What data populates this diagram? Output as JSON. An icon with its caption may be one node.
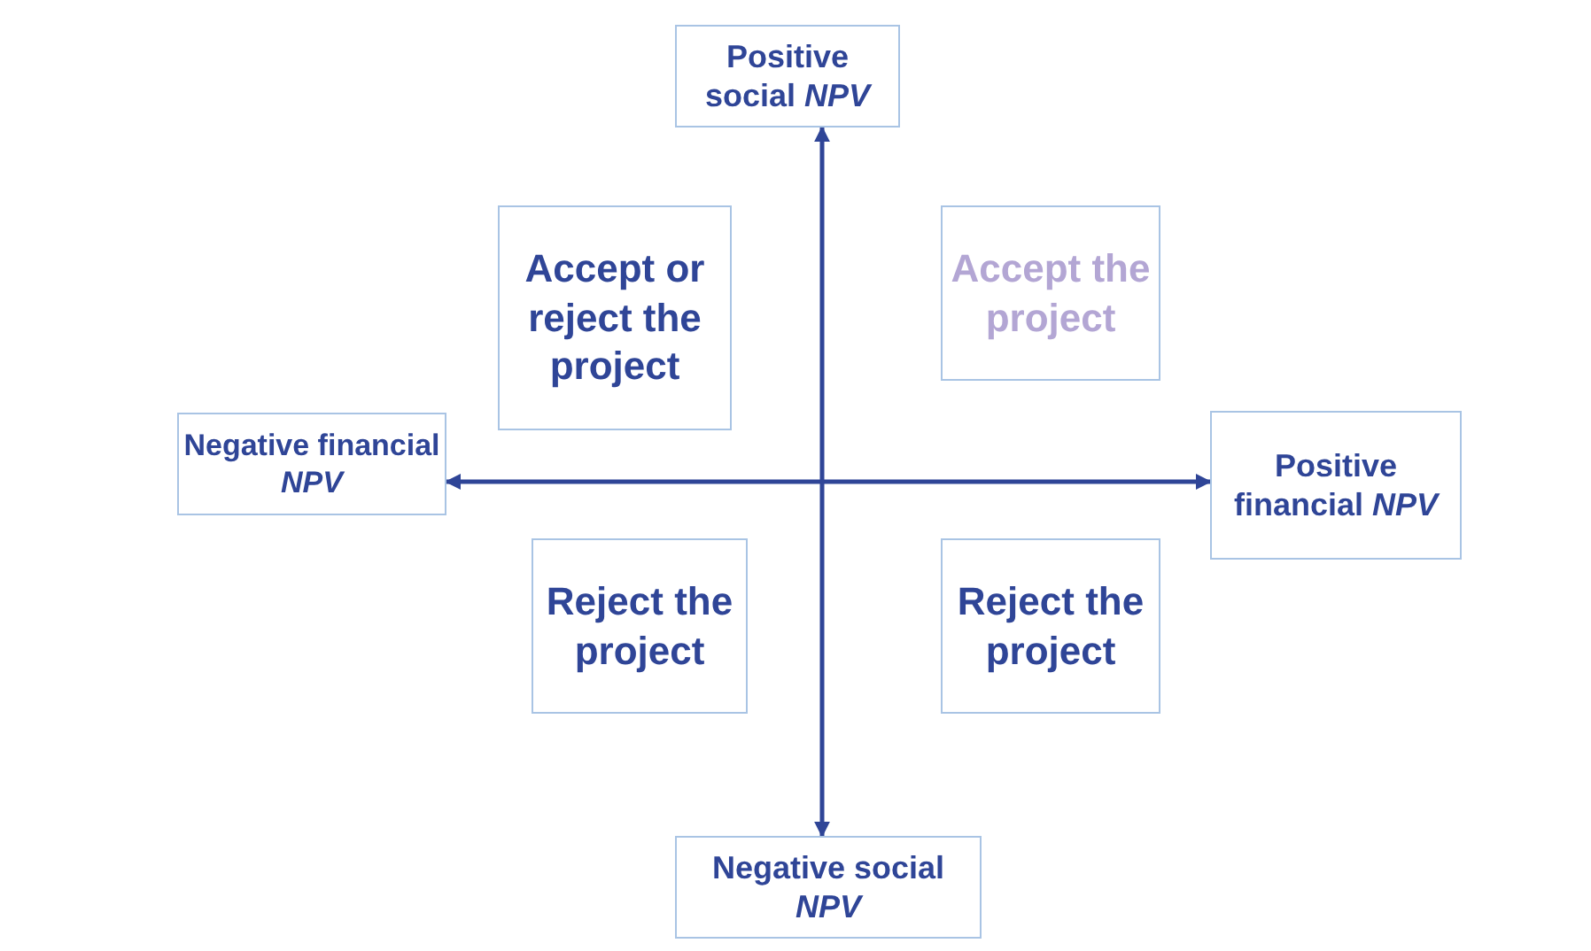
{
  "diagram": {
    "nodes": [
      {
        "text": [
          "Positive social *NPV*"
        ]
      },
      {
        "text": [
          "Accept or reject the project"
        ]
      },
      {
        "text": [
          "Accept the project"
        ]
      },
      {
        "text": [
          "Negative financial *NPV*"
        ]
      },
      {
        "text": [
          "Positive financial *NPV*"
        ]
      },
      {
        "text": [
          "Reject the project"
        ]
      },
      {
        "text": [
          "Reject the project"
        ]
      },
      {
        "text": [
          "Negative social *NPV*"
        ]
      }
    ],
    "edges": [
      {
        "from": 3,
        "to": 4,
        "arrow": "both"
      },
      {
        "from": 0,
        "to": 7,
        "arrow": "both"
      }
    ]
  }
}
